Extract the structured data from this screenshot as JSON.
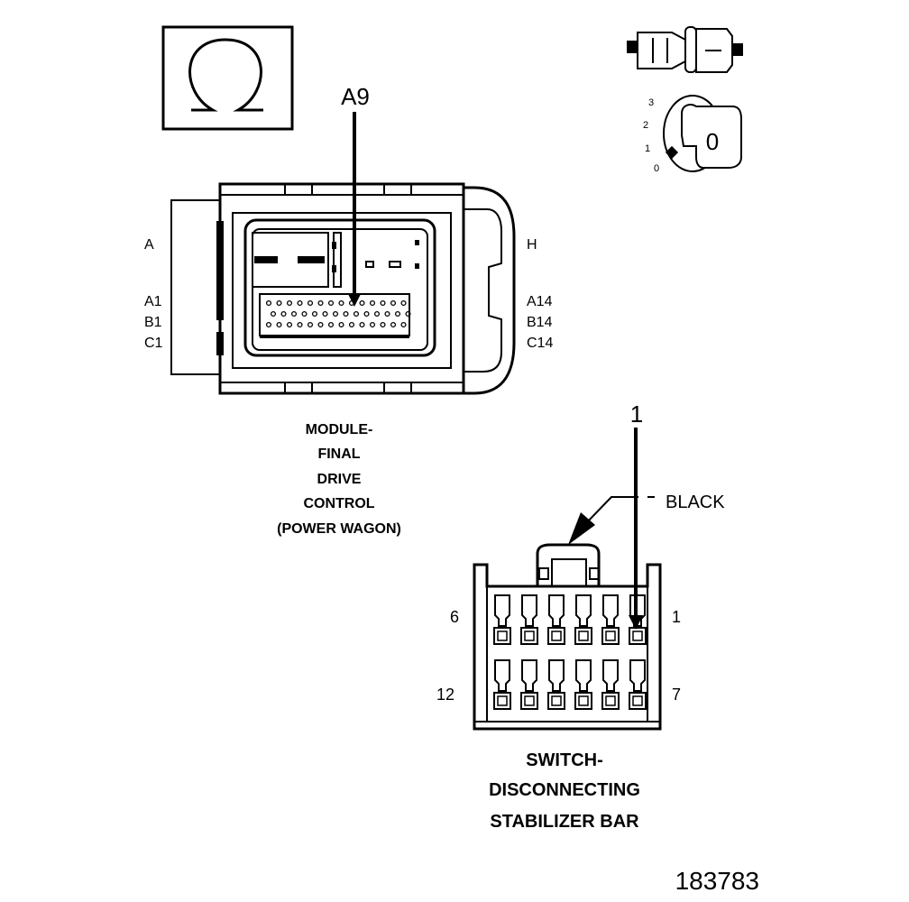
{
  "connector_1": {
    "callout": "A9",
    "row_labels_left": [
      "A",
      "A1",
      "B1",
      "C1"
    ],
    "row_labels_right": [
      "H",
      "A14",
      "B14",
      "C14"
    ],
    "caption": [
      "MODULE-",
      "FINAL",
      "DRIVE",
      "CONTROL",
      "(POWER WAGON)"
    ]
  },
  "connector_2": {
    "callout": "1",
    "color_label": "BLACK",
    "pin_labels": {
      "top_left": "6",
      "top_right": "1",
      "bottom_left": "12",
      "bottom_right": "7"
    },
    "caption": [
      "SWITCH-",
      "DISCONNECTING",
      "STABILIZER BAR"
    ]
  },
  "icons": {
    "ohm_symbol": "ohmmeter-icon",
    "probe": "probe-icon",
    "ignition_key": "ignition-key-icon"
  },
  "ignition_positions": [
    "3",
    "2",
    "1",
    "0"
  ],
  "key_label": "0",
  "figure_number": "183783"
}
